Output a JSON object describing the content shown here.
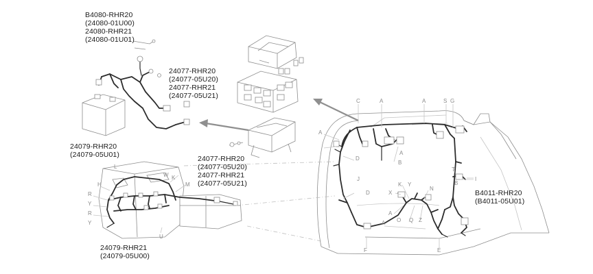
{
  "callouts": {
    "battery_cable": [
      "B4080-RHR20",
      "(24080-01U00)",
      "24080-RHR21",
      "(24080-01U01)"
    ],
    "fuse_box_cable": [
      "24077-RHR20",
      "(24077-05U20)",
      "24077-RHR21",
      "(24077-05U21)"
    ],
    "engine_harness_top": [
      "24079-RHR20",
      "(24079-05U01)"
    ],
    "engine_harness_mid": [
      "24077-RHR20",
      "(24077-05U20)",
      "24077-RHR21",
      "(24077-05U21)"
    ],
    "engine_harness_bottom": [
      "24079-RHR21",
      "(24079-05U00)"
    ],
    "body_harness": [
      "B4011-RHR20",
      "(B4011-05U01)"
    ]
  },
  "connector_letters": {
    "car": [
      "C",
      "A",
      "A",
      "S",
      "G",
      "A",
      "A",
      "B",
      "D",
      "D",
      "X",
      "K",
      "Y",
      "N",
      "A",
      "O",
      "A",
      "Z",
      "Q",
      "F",
      "E",
      "I",
      "B",
      "T",
      "J"
    ],
    "engine": [
      "K",
      "W",
      "M",
      "H",
      "R",
      "Y",
      "R",
      "Y",
      "L",
      "U"
    ]
  },
  "colors": {
    "wire": "#2b2b2b",
    "outline": "#8c8c8c",
    "arrow": "#8f8f8f",
    "text": "#1a1a1a"
  }
}
